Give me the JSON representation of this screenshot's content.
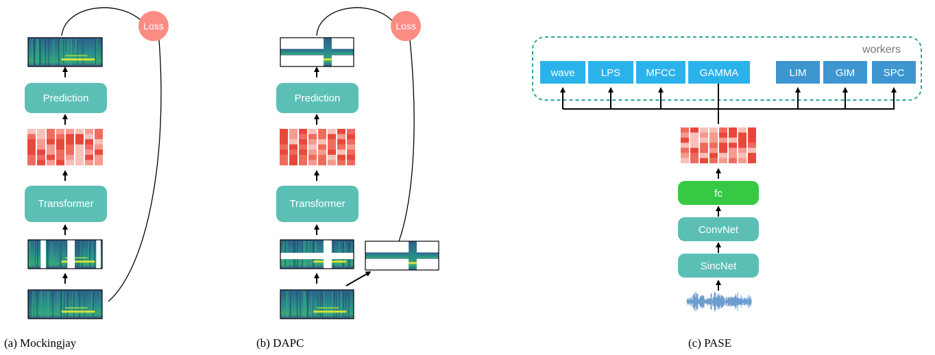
{
  "colors": {
    "teal": "#5cbfb6",
    "loss": "#fb8c84",
    "worker_light": "#2cb2ea",
    "worker_dark": "#3d96cf",
    "fc_green": "#38c944",
    "workers_border": "#2aa69a",
    "feature_reds": [
      "#e8483b",
      "#f06b5d",
      "#f59a8e",
      "#f8c0b8"
    ]
  },
  "panels": {
    "a": {
      "caption": "(a) Mockingjay",
      "loss": "Loss",
      "prediction": "Prediction",
      "transformer": "Transformer"
    },
    "b": {
      "caption": "(b) DAPC",
      "loss": "Loss",
      "prediction": "Prediction",
      "transformer": "Transformer"
    },
    "c": {
      "caption": "(c) PASE",
      "workers_title": "workers",
      "workers": [
        "wave",
        "LPS",
        "MFCC",
        "GAMMA",
        "LIM",
        "GIM",
        "SPC"
      ],
      "fc": "fc",
      "convnet": "ConvNet",
      "sincnet": "SincNet"
    }
  }
}
